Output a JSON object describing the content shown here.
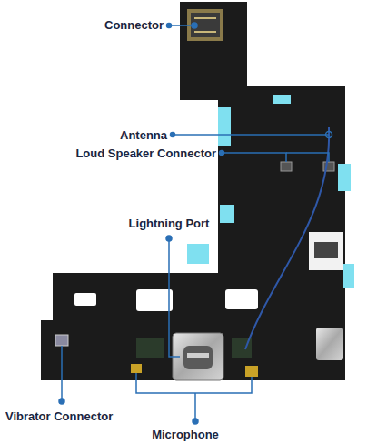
{
  "diagram": {
    "labels": [
      "Connector",
      "Antenna",
      "Loud Speaker Connector",
      "Lightning Port",
      "Vibrator Connector",
      "Microphone"
    ]
  }
}
